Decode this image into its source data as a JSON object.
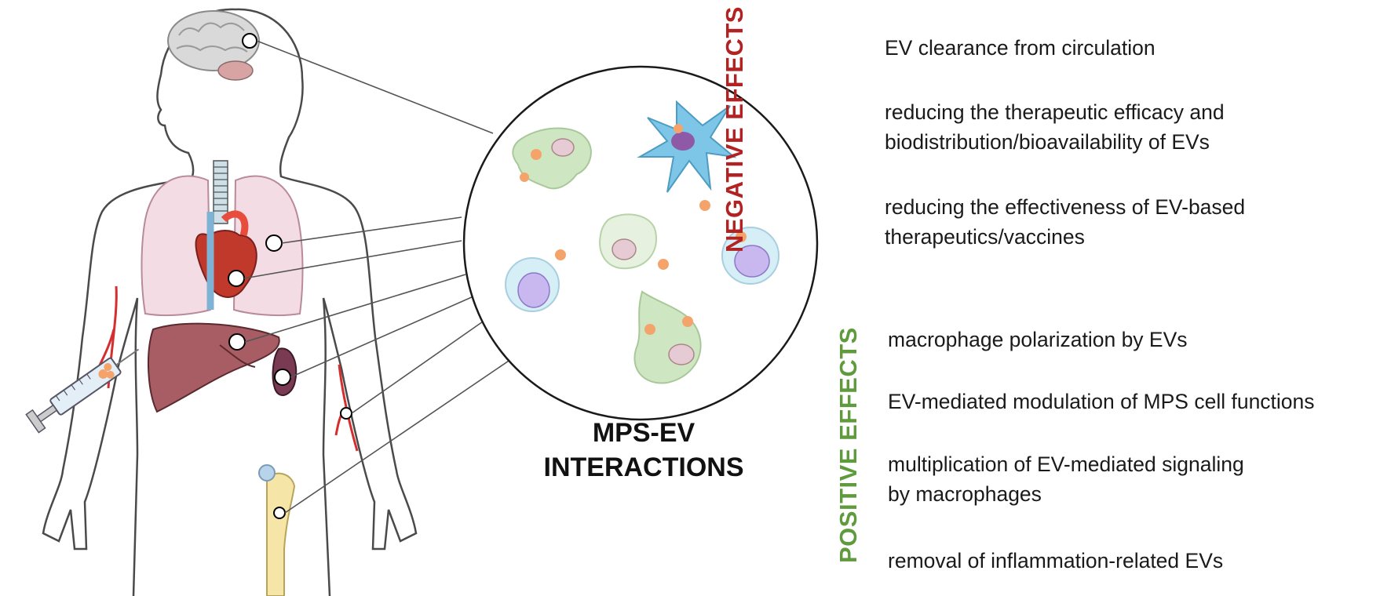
{
  "title_lines": [
    "MPS-EV",
    "INTERACTIONS"
  ],
  "negative": {
    "label": "NEGATIVE EFFECTS",
    "color": "#b22222",
    "items": [
      {
        "lines": [
          "EV clearance from circulation"
        ]
      },
      {
        "lines": [
          "reducing the therapeutic efficacy and",
          "biodistribution/bioavailability of EVs"
        ]
      },
      {
        "lines": [
          "reducing the effectiveness of EV-based",
          "therapeutics/vaccines"
        ]
      }
    ]
  },
  "positive": {
    "label": "POSITIVE EFFECTS",
    "color": "#5f9a3c",
    "items": [
      {
        "lines": [
          "macrophage polarization by EVs"
        ]
      },
      {
        "lines": [
          "EV-mediated modulation of MPS cell functions"
        ]
      },
      {
        "lines": [
          "multiplication of EV-mediated signaling",
          "by macrophages"
        ]
      },
      {
        "lines": [
          "removal of inflammation-related EVs"
        ]
      }
    ]
  },
  "icons": [
    "human-body-outline",
    "brain-icon",
    "lungs-icon",
    "heart-icon",
    "liver-icon",
    "spleen-icon",
    "blood-vessel-icon",
    "bone-icon",
    "syringe-icon",
    "macrophage-icon",
    "dendritic-cell-icon",
    "monocyte-icon",
    "ev-particle-icon"
  ],
  "colors": {
    "ev_particle": "#f4a46a",
    "macrophage": "#cfe6c3",
    "dendritic": "#7ec6e8",
    "monocyte": "#c9b8f0"
  }
}
